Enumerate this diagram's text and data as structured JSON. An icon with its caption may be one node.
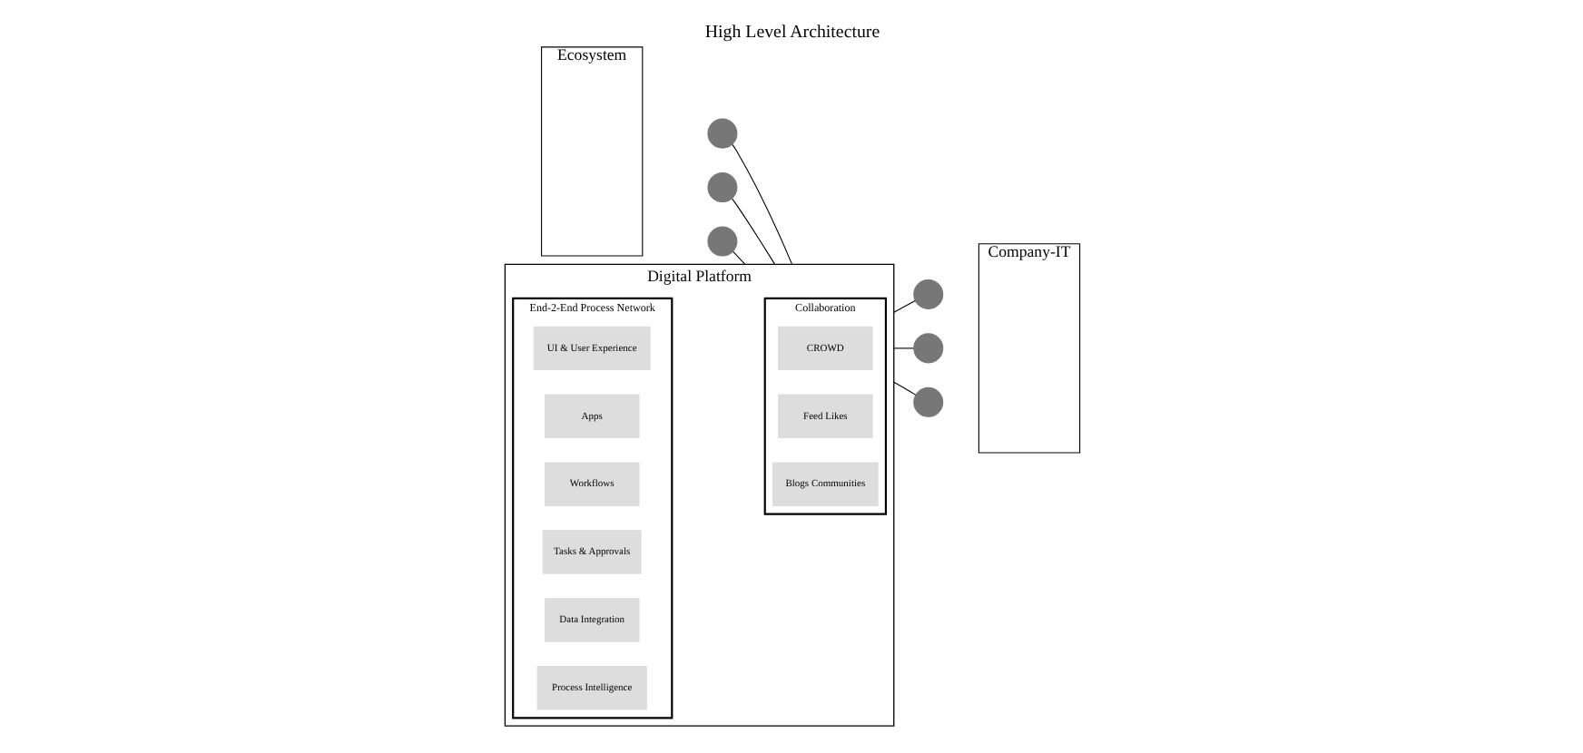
{
  "diagram": {
    "title": "High Level Architecture",
    "nodes": [
      {
        "text": [
          "Ecosystem"
        ]
      },
      {
        "text": [],
        "shape": "circle"
      },
      {
        "text": [],
        "shape": "circle"
      },
      {
        "text": [],
        "shape": "circle"
      },
      {
        "text": [
          "Digital Platform"
        ]
      },
      {
        "text": [
          "Collaboration"
        ],
        "in": 4
      },
      {
        "text": [
          "CROWD"
        ],
        "in": 5
      },
      {
        "text": [
          "Feed Likes"
        ],
        "in": 5
      },
      {
        "text": [
          "Blogs Communities"
        ],
        "in": 5
      },
      {
        "text": [
          "End-2-End Process Network"
        ],
        "in": 4
      },
      {
        "text": [
          "UI & User Experience"
        ],
        "in": 9
      },
      {
        "text": [
          "Apps"
        ],
        "in": 9
      },
      {
        "text": [
          "Workflows"
        ],
        "in": 9
      },
      {
        "text": [
          "Tasks & Approvals"
        ],
        "in": 9
      },
      {
        "text": [
          "Data Integration"
        ],
        "in": 9
      },
      {
        "text": [
          "Process Intelligence"
        ],
        "in": 9
      },
      {
        "text": [
          "Company-IT"
        ]
      },
      {
        "text": [],
        "shape": "circle"
      },
      {
        "text": [],
        "shape": "circle"
      },
      {
        "text": [],
        "shape": "circle"
      }
    ],
    "edges": [
      {
        "from": 1,
        "to": 4,
        "arrow": "none"
      },
      {
        "from": 2,
        "to": 4,
        "arrow": "none"
      },
      {
        "from": 3,
        "to": 4,
        "arrow": "none"
      },
      {
        "from": 17,
        "to": 4,
        "arrow": "none"
      },
      {
        "from": 18,
        "to": 4,
        "arrow": "none"
      },
      {
        "from": 19,
        "to": 4,
        "arrow": "none"
      }
    ]
  }
}
